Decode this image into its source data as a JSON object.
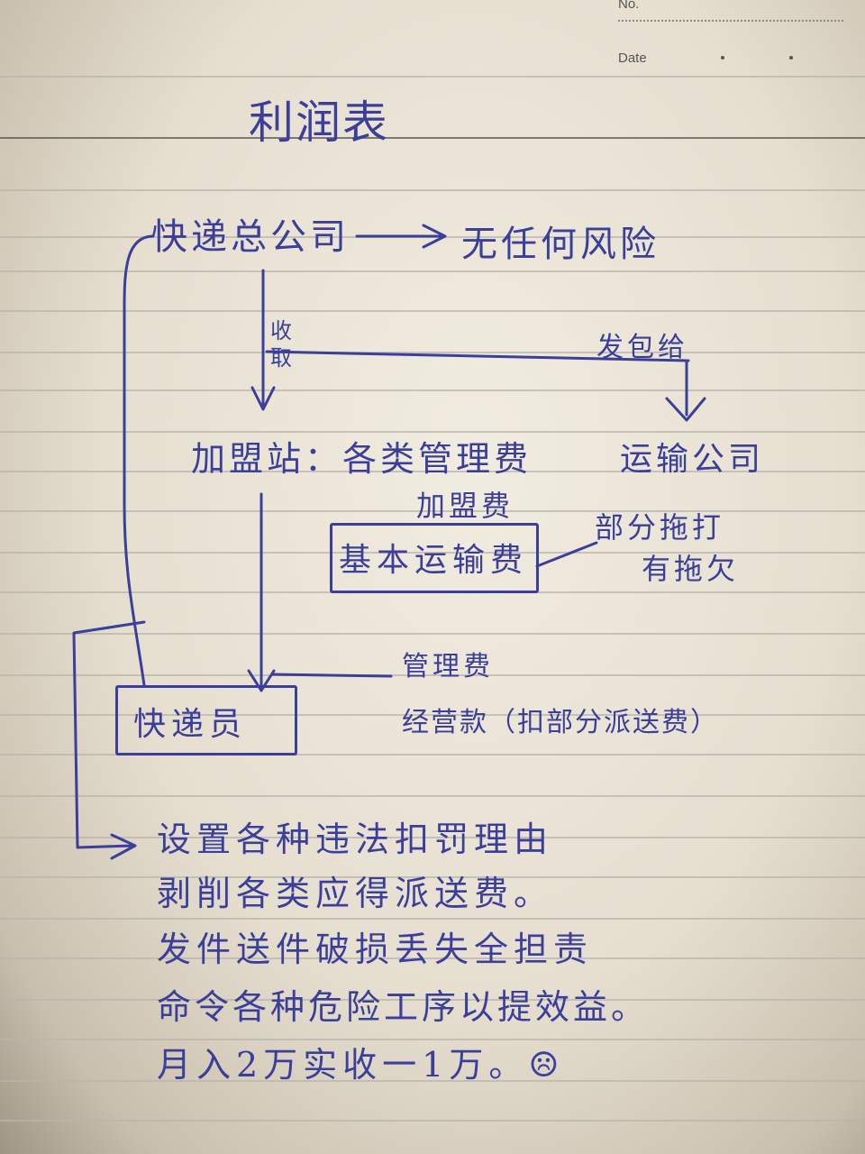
{
  "header": {
    "no_label": "No.",
    "date_label": "Date"
  },
  "title": "利润表",
  "nodes": {
    "hq": "快递总公司",
    "no_risk": "无任何风险",
    "collect": "收取",
    "distribute": "发包给",
    "franchise": "加盟站：各类管理费",
    "franchise_fee": "加盟费",
    "transport": "运输公司",
    "basic_transport": "基本运输费",
    "transport_note_1": "部分拖打",
    "transport_note_2": "有拖欠",
    "mgmt_fee": "管理费",
    "operating_fund": "经营款（扣部分派送费）",
    "courier": "快递员"
  },
  "notes": [
    "设置各种违法扣罚理由",
    "剥削各类应得派送费。",
    "发件送件破损丢失全担责",
    "命令各种危险工序以提效益。",
    "月入2万实收一1万。☹"
  ],
  "colors": {
    "ink": "#3b3f9a",
    "paper": "#ece6d8",
    "rule": "#b9b4ad"
  }
}
